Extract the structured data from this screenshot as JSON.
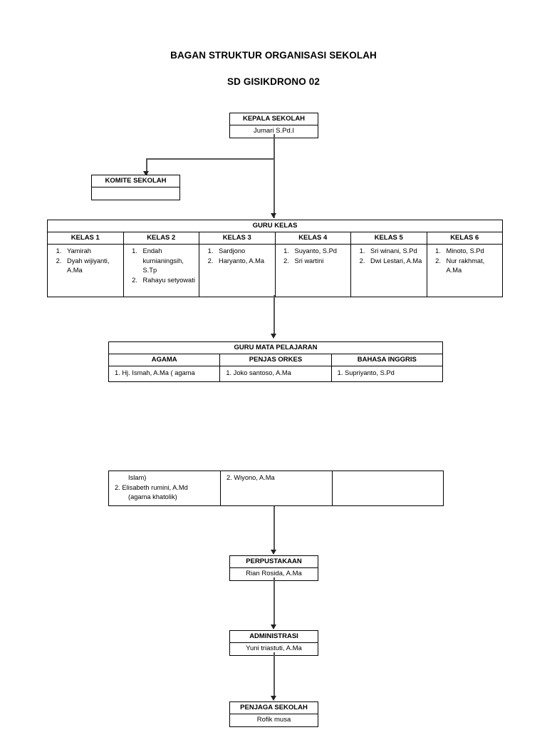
{
  "title": {
    "line1": "BAGAN STRUKTUR ORGANISASI SEKOLAH",
    "line2": "SD GISIKDRONO 02"
  },
  "nodes": {
    "kepala_sekolah": {
      "head": "KEPALA SEKOLAH",
      "body": "Jumari S.Pd.I"
    },
    "komite_sekolah": {
      "head": "KOMITE SEKOLAH",
      "body": ""
    },
    "perpustakaan": {
      "head": "PERPUSTAKAAN",
      "body": "Rian Rosida, A.Ma"
    },
    "administrasi": {
      "head": "ADMINISTRASI",
      "body": "Yuni triastuti, A.Ma"
    },
    "penjaga_sekolah": {
      "head": "PENJAGA SEKOLAH",
      "body": "Rofik musa"
    }
  },
  "guru_kelas": {
    "band": "GURU KELAS",
    "columns": [
      {
        "header": "KELAS 1",
        "names": [
          "Yamirah",
          "Dyah wijiyanti, A.Ma"
        ]
      },
      {
        "header": "KELAS 2",
        "names": [
          "Endah kurnianingsih, S.Tp",
          "Rahayu setyowati"
        ]
      },
      {
        "header": "KELAS 3",
        "names": [
          "Sardjono",
          "Haryanto, A.Ma"
        ]
      },
      {
        "header": "KELAS 4",
        "names": [
          "Suyanto, S.Pd",
          "Sri wartini"
        ]
      },
      {
        "header": "KELAS 5",
        "names": [
          "Sri winani, S.Pd",
          "Dwi Lestari, A.Ma"
        ]
      },
      {
        "header": "KELAS 6",
        "names": [
          "Minoto, S.Pd",
          "Nur rakhmat, A.Ma"
        ]
      }
    ]
  },
  "guru_mata_pelajaran": {
    "band": "GURU MATA PELAJARAN",
    "columns": [
      {
        "header": "AGAMA",
        "first_entry": "1.    Hj. Ismah, A.Ma ( agama"
      },
      {
        "header": "PENJAS ORKES",
        "first_entry": "1.    Joko santoso, A.Ma"
      },
      {
        "header": "BAHASA INGGRIS",
        "first_entry": "1.    Supriyanto, S.Pd"
      }
    ]
  },
  "guru_mata_pelajaran_continued": {
    "agama": {
      "carryover": "Islam)",
      "second_entry": "2.    Elisabeth rumini, A.Md",
      "second_entry_cont": "(agama khatolik)"
    },
    "penjas": {
      "second_entry": "2.    Wiyono, A.Ma"
    },
    "bahasa": {
      "second_entry": ""
    }
  }
}
